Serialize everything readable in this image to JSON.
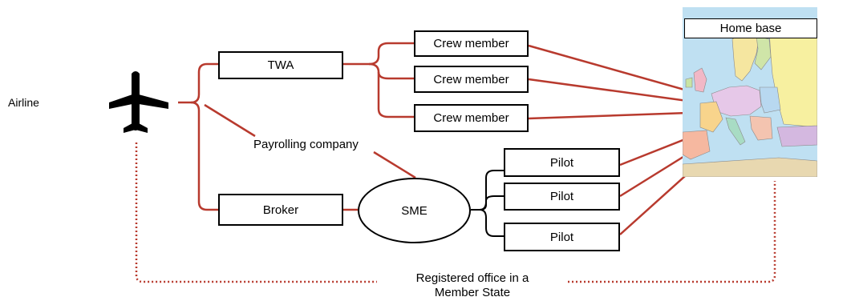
{
  "diagram": {
    "airline_label": "Airline",
    "airline_icon": "airplane-icon",
    "nodes": {
      "twa": "TWA",
      "broker": "Broker",
      "sme": "SME",
      "payrolling_company": "Payrolling company",
      "crew_members": [
        "Crew member",
        "Crew member",
        "Crew member"
      ],
      "pilots": [
        "Pilot",
        "Pilot",
        "Pilot"
      ],
      "home_base": "Home base",
      "registered_office": [
        "Registered office in a",
        "Member State"
      ]
    },
    "map_icon": "europe-map-icon",
    "colors": {
      "connector": "#b83a2e",
      "dotted": "#b83a2e",
      "box_border": "#000000",
      "map_sea": "#bfe0f2"
    }
  }
}
